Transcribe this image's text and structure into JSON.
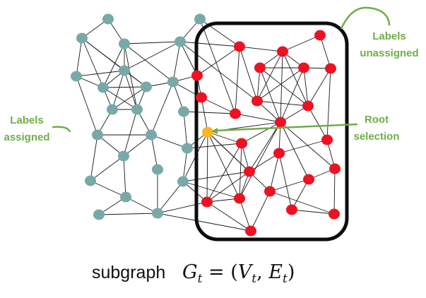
{
  "labels": {
    "unassigned_line1": "Labels",
    "unassigned_line2": "unassigned",
    "assigned_line1": "Labels",
    "assigned_line2": "assigned",
    "root_line1": "Root",
    "root_line2": "selection"
  },
  "caption": {
    "word": "subgraph",
    "G": "G",
    "t": "t",
    "eq": " = (",
    "V": "V",
    "comma": ", ",
    "E": "E",
    "close": ")"
  },
  "colors": {
    "assigned_node": "#77a9a8",
    "unassigned_node": "#ee1122",
    "root_node": "#f9b81f",
    "annotation": "#70ad47",
    "edge": "#1a1a1a",
    "subgraph_border": "#0d0d0d"
  }
}
